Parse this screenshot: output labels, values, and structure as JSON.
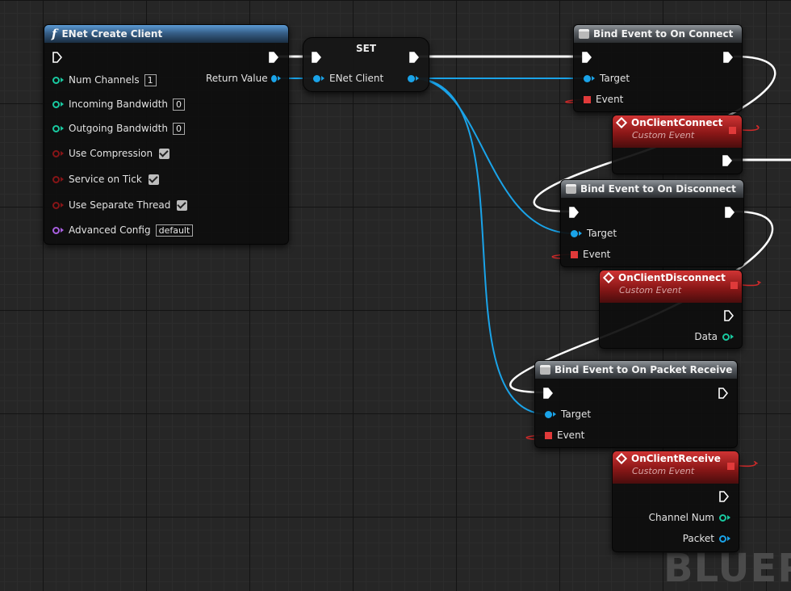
{
  "watermark": "BLUEP",
  "nodes": {
    "create_client": {
      "title": "ENet Create Client",
      "icon": "function-icon",
      "return_value": "Return Value",
      "inputs": [
        {
          "label": "Num Channels",
          "value": "1"
        },
        {
          "label": "Incoming Bandwidth",
          "value": "0"
        },
        {
          "label": "Outgoing Bandwidth",
          "value": "0"
        },
        {
          "label": "Use Compression",
          "checked": true
        },
        {
          "label": "Service on Tick",
          "checked": true
        },
        {
          "label": "Use Separate Thread",
          "checked": true
        },
        {
          "label": "Advanced Config",
          "value": "default"
        }
      ]
    },
    "set": {
      "title": "SET",
      "var_label": "ENet Client"
    },
    "bind_connect": {
      "title": "Bind Event to On Connect",
      "target": "Target",
      "event": "Event"
    },
    "bind_disconnect": {
      "title": "Bind Event to On Disconnect",
      "target": "Target",
      "event": "Event"
    },
    "bind_receive": {
      "title": "Bind Event to On Packet Receive",
      "target": "Target",
      "event": "Event"
    },
    "ev_connect": {
      "title": "OnClientConnect",
      "subtitle": "Custom Event"
    },
    "ev_disconnect": {
      "title": "OnClientDisconnect",
      "subtitle": "Custom Event",
      "outputs": [
        "Data"
      ]
    },
    "ev_receive": {
      "title": "OnClientReceive",
      "subtitle": "Custom Event",
      "outputs": [
        "Channel Num",
        "Packet"
      ]
    }
  },
  "colors": {
    "exec_wire": "#ffffff",
    "object_wire": "#1aa3e8",
    "delegate_wire": "#d02a2a",
    "function_header": "#365f87",
    "event_header": "#8a1717"
  }
}
